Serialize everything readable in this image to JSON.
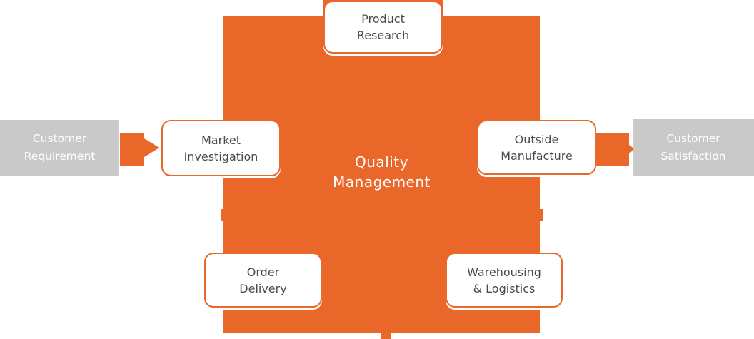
{
  "colors": {
    "orange": "#EA672A",
    "gray": "#C9C9C9",
    "ink": "#4A4A4A",
    "light": "#FFFFFF"
  },
  "center": {
    "line1": "Quality",
    "line2": "Management"
  },
  "stages": {
    "product_research": {
      "line1": "Product",
      "line2": "Research"
    },
    "market_investigation": {
      "line1": "Market",
      "line2": "Investigation"
    },
    "outside_manufacture": {
      "line1": "Outside",
      "line2": "Manufacture"
    },
    "order_delivery": {
      "line1": "Order",
      "line2": "Delivery"
    },
    "warehousing_logistics": {
      "line1": "Warehousing",
      "line2": "& Logistics"
    }
  },
  "endpoints": {
    "customer_requirement": {
      "line1": "Customer",
      "line2": "Requirement"
    },
    "customer_satisfaction": {
      "line1": "Customer",
      "line2": "Satisfaction"
    }
  }
}
